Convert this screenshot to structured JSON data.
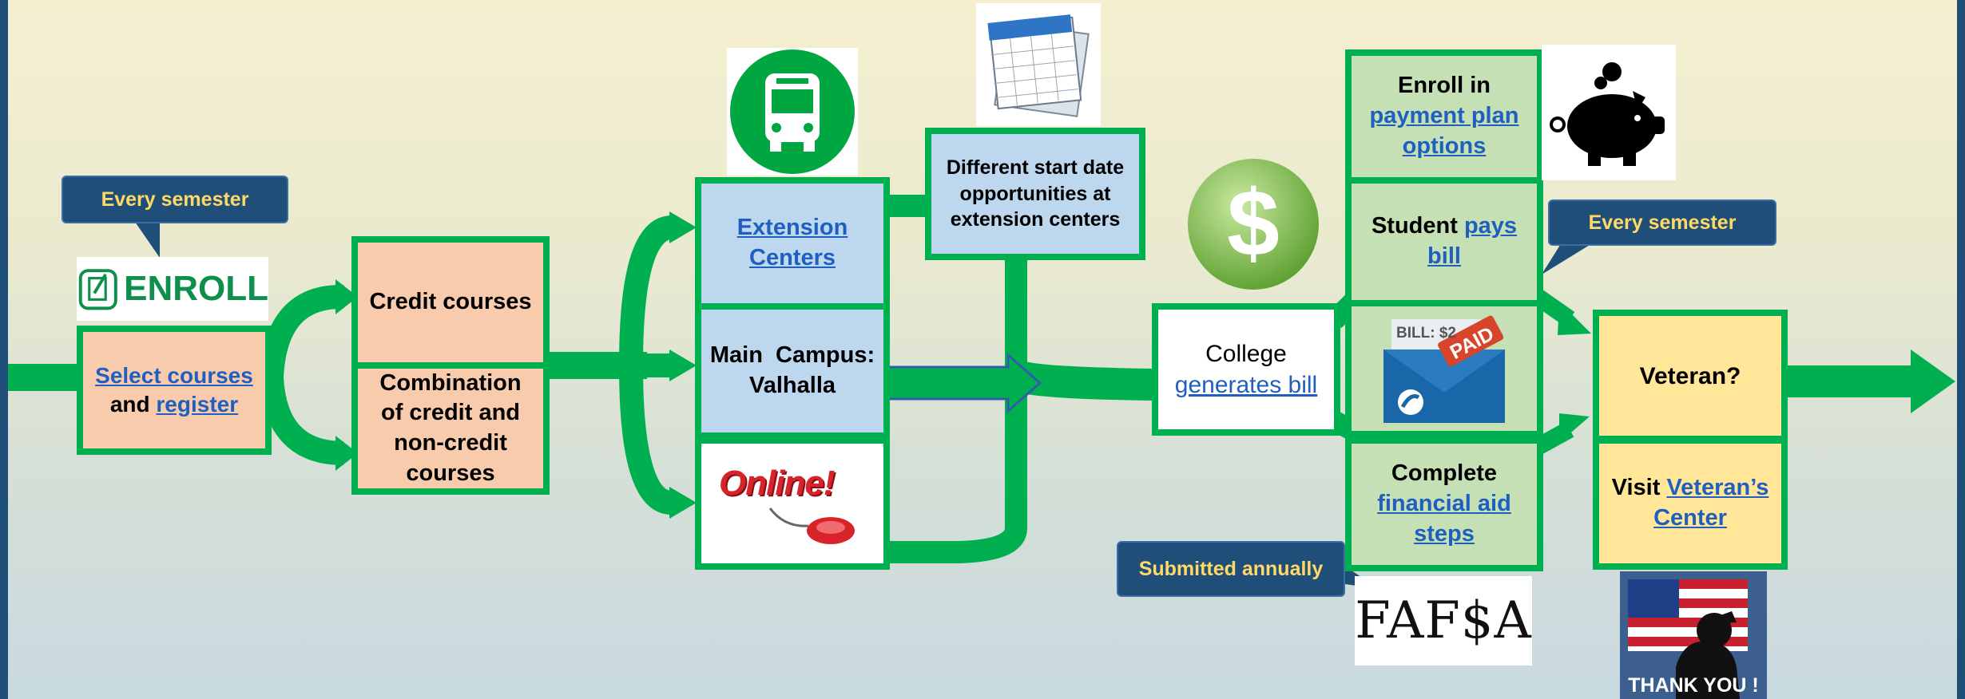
{
  "callouts": {
    "every_semester_left": "Every semester",
    "every_semester_right": "Every semester",
    "submitted_annually": "Submitted annually"
  },
  "enroll_logo": {
    "text": "ENROLL"
  },
  "select_register": {
    "link1": "Select courses",
    "mid": "and",
    "link2": "register"
  },
  "credit_courses": "Credit courses",
  "combination": "Combination of credit and non-credit courses",
  "extension_centers": "Extension Centers",
  "main_campus": "Main  Campus: Valhalla",
  "online_logo": "Online!",
  "start_dates": "Different start date opportunities at extension centers",
  "college_bill": {
    "pre": "College",
    "link": "generates bill"
  },
  "payment_plan": {
    "pre": "Enroll in",
    "link": "payment plan options"
  },
  "student_pays": {
    "pre": "Student",
    "link": "pays bill"
  },
  "financial_aid": {
    "pre": "Complete",
    "link": "financial aid steps"
  },
  "paid_image": {
    "bill_text": "BILL: $2",
    "stamp": "PAID"
  },
  "fafsa": "FAF$A",
  "veteran_q": "Veteran?",
  "veteran_center": {
    "pre": "Visit",
    "link": "Veteran’s Center"
  },
  "thank_you": "THANK YOU !",
  "icons": [
    "enroll-icon",
    "bus-icon",
    "calendar-icon",
    "dollar-coin-icon",
    "piggy-bank-icon",
    "paid-bill-icon",
    "online-mouse-icon",
    "fafsa-logo",
    "salute-flag-icon"
  ],
  "colors": {
    "arrow": "#00b050",
    "callout": "#1f4e79",
    "callout_text": "#ffd966",
    "link": "#1f5fbf"
  }
}
